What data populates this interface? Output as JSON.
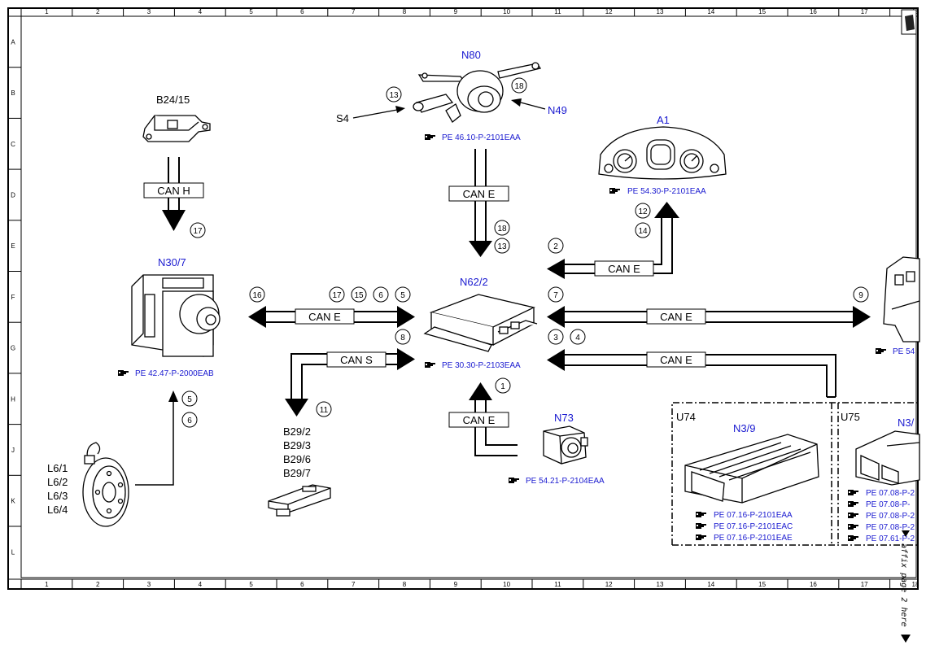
{
  "grid": {
    "columns": [
      "1",
      "2",
      "3",
      "4",
      "5",
      "6",
      "7",
      "8",
      "9",
      "10",
      "11",
      "12",
      "13",
      "14",
      "15",
      "16",
      "17",
      "18"
    ],
    "rows": [
      "A",
      "B",
      "C",
      "D",
      "E",
      "F",
      "G",
      "H",
      "J",
      "K",
      "L"
    ]
  },
  "components": {
    "n80": {
      "label": "N80",
      "ref": "PE 46.10-P-2101EAA"
    },
    "s4": {
      "label": "S4"
    },
    "n49": {
      "label": "N49"
    },
    "b24_15": {
      "label": "B24/15"
    },
    "a1": {
      "label": "A1",
      "ref": "PE 54.30-P-2101EAA"
    },
    "n30_7": {
      "label": "N30/7",
      "ref": "PE 42.47-P-2000EAB"
    },
    "n62_2": {
      "label": "N62/2",
      "ref": "PE 30.30-P-2103EAA"
    },
    "n73": {
      "label": "N73",
      "ref": "PE 54.21-P-2104EAA"
    },
    "b29": {
      "labels": [
        "B29/2",
        "B29/3",
        "B29/6",
        "B29/7"
      ]
    },
    "l6": {
      "labels": [
        "L6/1",
        "L6/2",
        "L6/3",
        "L6/4"
      ]
    },
    "u74": {
      "label": "U74",
      "module": "N3/9",
      "refs": [
        "PE 07.16-P-2101EAA",
        "PE 07.16-P-2101EAC",
        "PE 07.16-P-2101EAE"
      ]
    },
    "u75": {
      "label": "U75",
      "module": "N3/",
      "refs": [
        "PE 07.08-P-2",
        "PE 07.08-P-",
        "PE 07.08-P-2",
        "PE 07.08-P-2",
        "PE 07.61-P-2"
      ]
    },
    "right_ref": {
      "ref": "PE 54"
    }
  },
  "buses": {
    "can_h": "CAN H",
    "can_e_top": "CAN E",
    "can_e_a1": "CAN E",
    "can_e_left": "CAN E",
    "can_e_right": "CAN E",
    "can_e_lower": "CAN E",
    "can_e_n73": "CAN E",
    "can_s": "CAN S"
  },
  "callouts": {
    "c17_b24": "17",
    "c13_s4": "13",
    "c18_n49": "18",
    "c18_e": "18",
    "c13_e": "13",
    "c12_a1": "12",
    "c14_a1": "14",
    "c2": "2",
    "c16": "16",
    "c17_f": "17",
    "c15": "15",
    "c6_f": "6",
    "c5_f": "5",
    "c7": "7",
    "c9": "9",
    "c8": "8",
    "c3": "3",
    "c4": "4",
    "c11": "11",
    "c1": "1",
    "c5_h": "5",
    "c6_h": "6"
  },
  "side_note": "affix page 2 here"
}
